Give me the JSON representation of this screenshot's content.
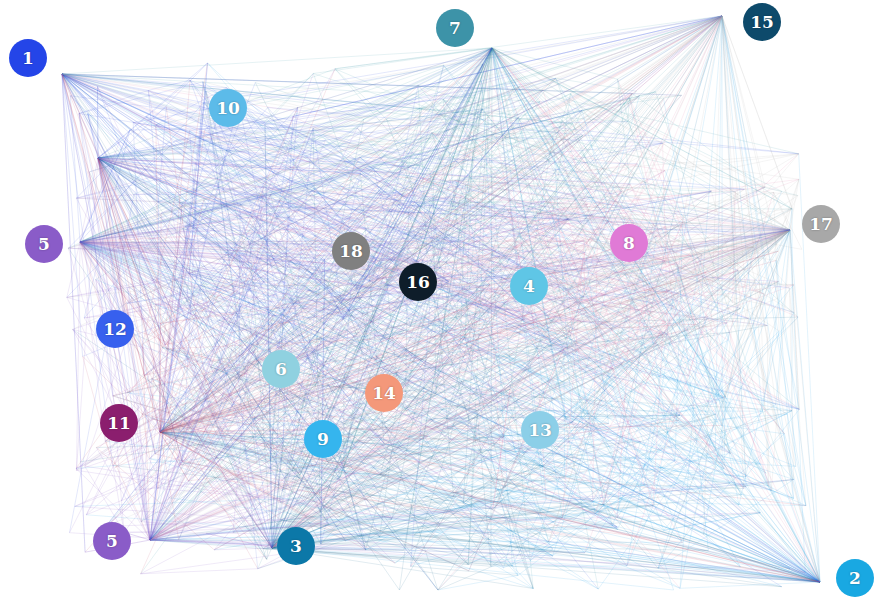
{
  "diagram": {
    "nodes": [
      {
        "text": [
          "1"
        ]
      },
      {
        "text": [
          "10"
        ]
      },
      {
        "text": [
          "7"
        ]
      },
      {
        "text": [
          "15"
        ]
      },
      {
        "text": [
          "5"
        ]
      },
      {
        "text": [
          "18"
        ]
      },
      {
        "text": [
          "8"
        ]
      },
      {
        "text": [
          "17"
        ]
      },
      {
        "text": [
          "16"
        ]
      },
      {
        "text": [
          "4"
        ]
      },
      {
        "text": [
          "12"
        ]
      },
      {
        "text": [
          "6"
        ]
      },
      {
        "text": [
          "14"
        ]
      },
      {
        "text": [
          "11"
        ]
      },
      {
        "text": [
          "9"
        ]
      },
      {
        "text": [
          "13"
        ]
      },
      {
        "text": [
          "5"
        ]
      },
      {
        "text": [
          "3"
        ]
      },
      {
        "text": [
          "2"
        ]
      }
    ]
  }
}
